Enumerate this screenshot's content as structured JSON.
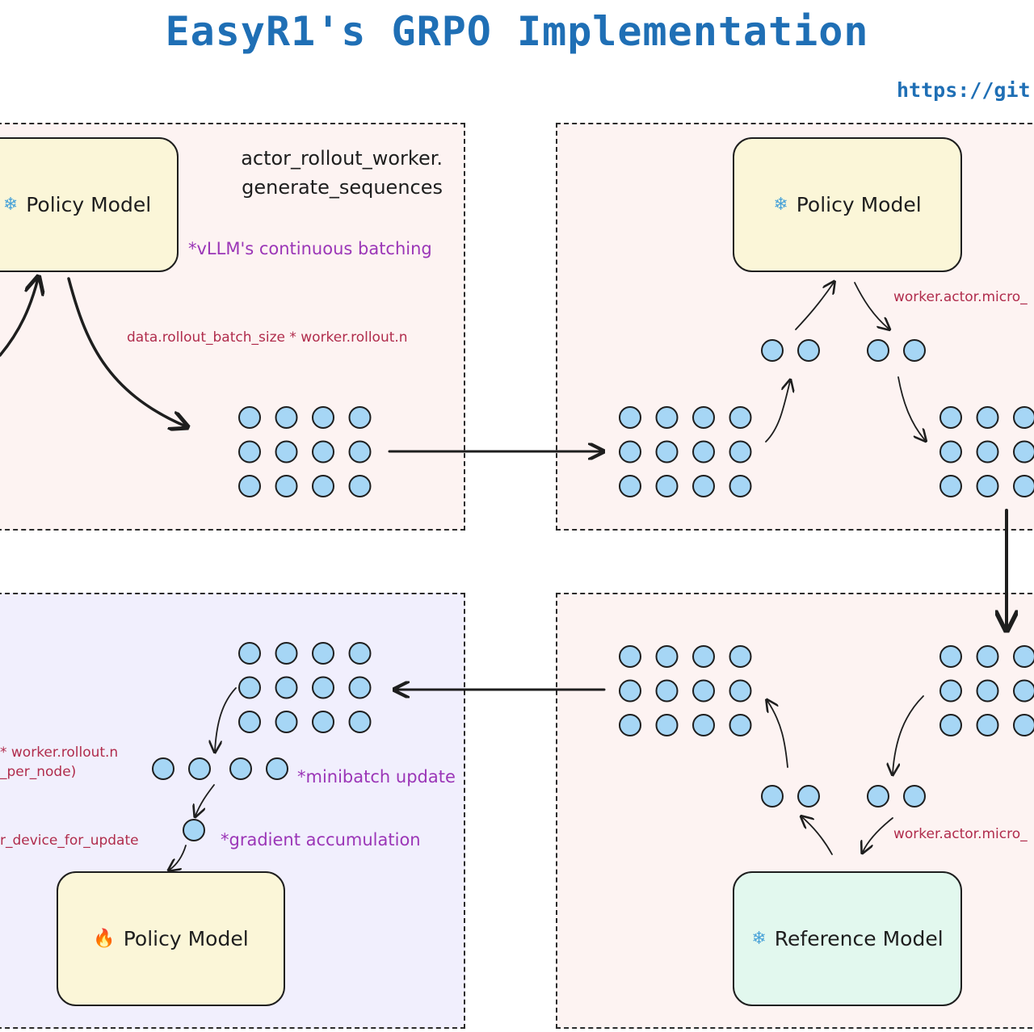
{
  "title": "EasyR1's GRPO Implementation",
  "url_text": "https://git",
  "panels": {
    "rollout": {
      "model_label": "Policy Model",
      "model_icon": "snowflake-icon",
      "function_line1": "actor_rollout_worker.",
      "function_line2": "generate_sequences",
      "note": "*vLLM's continuous batching",
      "batch_label": "data.rollout_batch_size * worker.rollout.n"
    },
    "logprob": {
      "model_label": "Policy Model",
      "model_icon": "snowflake-icon",
      "micro_label": "worker.actor.micro_"
    },
    "reference": {
      "model_label": "Reference Model",
      "model_icon": "snowflake-icon",
      "micro_label": "worker.actor.micro_"
    },
    "update": {
      "model_label": "Policy Model",
      "model_icon": "fire-icon",
      "formula_line1": "* worker.rollout.n",
      "formula_line2": "_per_node)",
      "minibatch_note": "*minibatch update",
      "device_label": "r_device_for_update",
      "grad_note": "*gradient accumulation"
    }
  },
  "colors": {
    "title": "#1f6fb5",
    "circle_fill": "#a6d6f5",
    "panel_pink": "#fdf3f2",
    "panel_lavender": "#f1effd",
    "model_yellow": "#fbf6d8",
    "model_mint": "#e2f8ee",
    "note_purple": "#9b36b7",
    "label_crimson": "#b02c4c"
  }
}
